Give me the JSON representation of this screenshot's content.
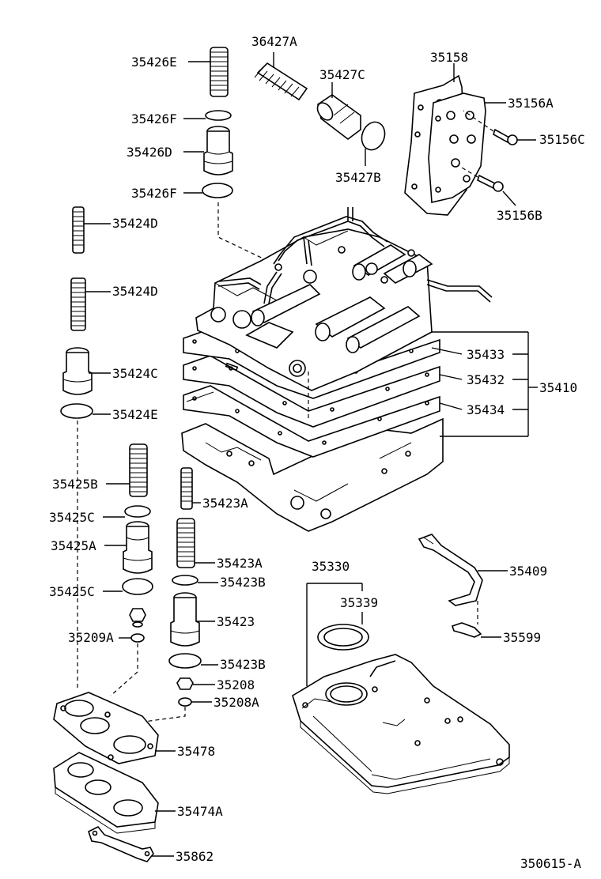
{
  "diagram": {
    "drawing_number": "350615-A",
    "labels": {
      "p35426E": "35426E",
      "p35426F_top": "35426F",
      "p35426D": "35426D",
      "p35426F_bot": "35426F",
      "p36427A": "36427A",
      "p35427C": "35427C",
      "p35427B": "35427B",
      "p35158": "35158",
      "p35156A": "35156A",
      "p35156C": "35156C",
      "p35156B": "35156B",
      "p35424D_top": "35424D",
      "p35424D_bot": "35424D",
      "p35424C": "35424C",
      "p35424E": "35424E",
      "p35433": "35433",
      "p35432": "35432",
      "p35410": "35410",
      "p35434": "35434",
      "p35425B": "35425B",
      "p35423A_top": "35423A",
      "p35425C_top": "35425C",
      "p35425A": "35425A",
      "p35423A_bot": "35423A",
      "p35423B_top": "35423B",
      "p35425C_bot": "35425C",
      "p35423": "35423",
      "p35209A": "35209A",
      "p35423B_bot": "35423B",
      "p35208": "35208",
      "p35208A": "35208A",
      "p35330": "35330",
      "p35339": "35339",
      "p35409": "35409",
      "p35599": "35599",
      "p35478": "35478",
      "p35474A": "35474A",
      "p35862": "35862"
    }
  }
}
